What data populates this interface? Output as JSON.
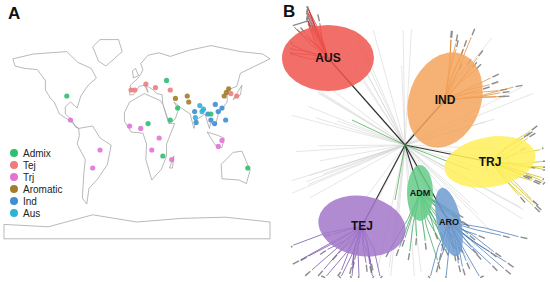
{
  "diagram": {
    "nodes": [
      {
        "text": [
          "AUS"
        ]
      },
      {
        "text": [
          "IND"
        ]
      },
      {
        "text": [
          "TRJ"
        ]
      },
      {
        "text": [
          "ADM"
        ]
      },
      {
        "text": [
          "ARO"
        ]
      },
      {
        "text": [
          "TEJ"
        ]
      }
    ],
    "labels": [
      "A",
      "B"
    ],
    "legend": [
      {
        "text": "Admix",
        "color": "#2fbf71"
      },
      {
        "text": "Tej",
        "color": "#f07c7c"
      },
      {
        "text": "Trj",
        "color": "#e273d6"
      },
      {
        "text": "Aromatic",
        "color": "#a37c2c"
      },
      {
        "text": "Ind",
        "color": "#3f8fd2"
      },
      {
        "text": "Aus",
        "color": "#2db3d6"
      }
    ]
  }
}
